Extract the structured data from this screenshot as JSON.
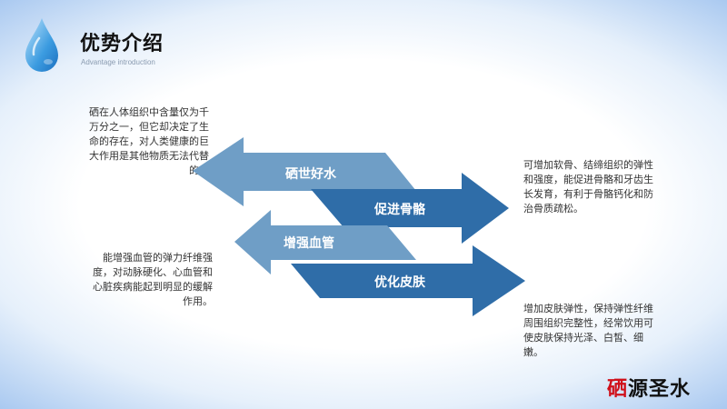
{
  "header": {
    "title": "优势介绍",
    "subtitle": "Advantage introduction"
  },
  "arrows": [
    {
      "label": "硒世好水",
      "direction": "left",
      "color": "#6f9ec6"
    },
    {
      "label": "促进骨骼",
      "direction": "right",
      "color": "#2f6da8"
    },
    {
      "label": "增强血管",
      "direction": "left",
      "color": "#6f9ec6"
    },
    {
      "label": "优化皮肤",
      "direction": "right",
      "color": "#2f6da8"
    }
  ],
  "descriptions": {
    "selenium": "硒在人体组织中含量仅为千万分之一，但它却决定了生命的存在，对人类健康的巨大作用是其他物质无法代替的。",
    "bones": "可增加软骨、结缔组织的弹性和强度，能促进骨骼和牙齿生长发育，有利于骨骼钙化和防治骨质疏松。",
    "vessels": "能增强血管的弹力纤维强度，对动脉硬化、心血管和心脏疾病能起到明显的缓解作用。",
    "skin": "增加皮肤弹性，保持弹性纤维周围组织完整性，经常饮用可使皮肤保持光泽、白皙、细嫩。"
  },
  "brand": {
    "part1": "硒",
    "part2": "源圣水"
  }
}
